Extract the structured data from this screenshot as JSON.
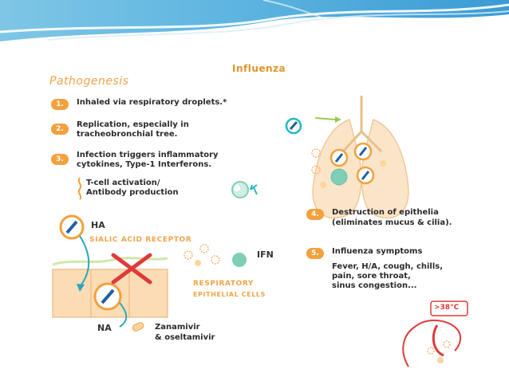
{
  "title": "Influenza",
  "section": "Pathogenesis",
  "steps": [
    {
      "num": "1.",
      "lines": [
        "Inhaled via respiratory droplets.*"
      ]
    },
    {
      "num": "2.",
      "lines": [
        "Replication, especially in",
        "tracheobronchial tree."
      ]
    },
    {
      "num": "3.",
      "lines": [
        "Infection triggers inflammatory",
        "cytokines, Type-1 Interferons."
      ]
    },
    {
      "num": "4.",
      "lines": [
        "Destruction of epithelia",
        "(eliminates mucus & cilia)."
      ]
    },
    {
      "num": "5.",
      "lines": [
        "Influenza symptoms"
      ]
    }
  ],
  "tcell": [
    "T-cell activation/",
    "Antibody production"
  ],
  "symptoms": [
    "Fever, H/A, cough, chills,",
    "pain, sore throat,",
    "sinus congestion..."
  ],
  "labels": {
    "ha": "HA",
    "sialic": "SIALIC ACID RECEPTOR",
    "ifn": "IFN",
    "resp1": "RESPIRATORY",
    "resp2": "EPITHELIAL CELLS",
    "na": "NA",
    "drug1": "Zanamivir",
    "drug2": "& oseltamivir",
    "temp": ">38°C"
  },
  "colors": {
    "accent": "#f3a13d",
    "banner": "#2a8fc4",
    "cyan": "#22b8c7",
    "red": "#e03a3a",
    "green": "#7fcfb7"
  }
}
